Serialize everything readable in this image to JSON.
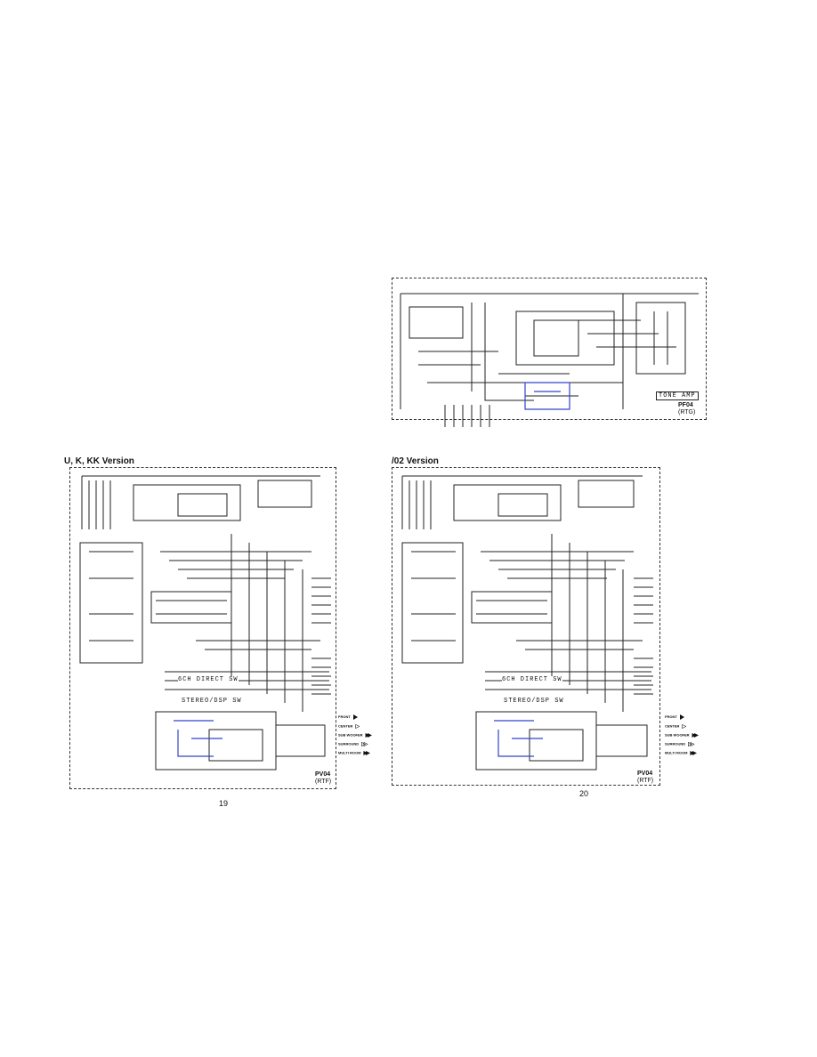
{
  "top_panel": {
    "box_label": "TONE AMP",
    "board_id": "PF04",
    "board_sub": "(RTG)"
  },
  "left_panel": {
    "title": "U, K, KK Version",
    "six_ch_label": "6CH DIRECT SW",
    "stereo_label": "STEREO/DSP SW",
    "board_id": "PV04",
    "board_sub": "(RTF)",
    "page_number": "19"
  },
  "right_panel": {
    "title": "/02 Version",
    "six_ch_label": "6CH DIRECT SW",
    "stereo_label": "STEREO/DSP SW",
    "board_id": "PV04",
    "board_sub": "(RTF)",
    "page_number": "20"
  },
  "legend": [
    "FRONT",
    "CENTER",
    "SUB WOOFER",
    "SURROUND",
    "MULTI ROOM"
  ],
  "colors": {
    "ink": "#111111",
    "highlight": "#3344cc"
  }
}
